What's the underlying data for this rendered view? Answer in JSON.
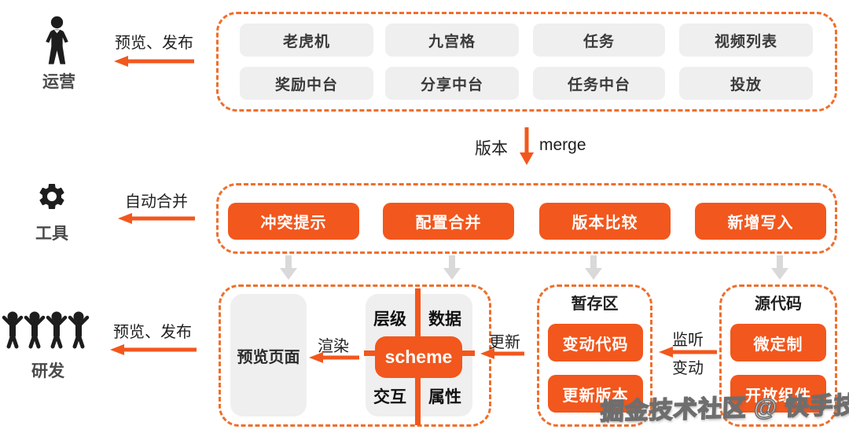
{
  "colors": {
    "accent_orange": "#f2571d",
    "dashed_border_orange": "#ee6f2d",
    "gray_button_bg": "#efefef",
    "gray_arrow": "#d9d9d9"
  },
  "icons": {
    "operations": "person-icon",
    "tools": "gear-icon",
    "rnd": "team-icon"
  },
  "actors": {
    "operations": {
      "label": "运营",
      "flow_label": "预览、发布"
    },
    "tools": {
      "label": "工具",
      "flow_label": "自动合并"
    },
    "rnd": {
      "label": "研发",
      "flow_label": "预览、发布"
    }
  },
  "business_modules": {
    "row1": [
      "老虎机",
      "九宫格",
      "任务",
      "视频列表"
    ],
    "row2": [
      "奖励中台",
      "分享中台",
      "任务中台",
      "投放"
    ]
  },
  "merge_flow": {
    "version_label": "版本",
    "merge_label": "merge"
  },
  "tool_features": [
    "冲突提示",
    "配置合并",
    "版本比较",
    "新增写入"
  ],
  "runtime": {
    "preview_page": "预览页面",
    "render_label": "渲染",
    "scheme_label": "scheme",
    "quadrants": {
      "top_left": "层级",
      "top_right": "数据",
      "bottom_left": "交互",
      "bottom_right": "属性"
    },
    "update_label": "更新"
  },
  "staging_area": {
    "title": "暂存区",
    "buttons": [
      "变动代码",
      "更新版本"
    ]
  },
  "listen_flow": {
    "line1": "监听",
    "line2": "变动"
  },
  "source_code": {
    "title": "源代码",
    "buttons": [
      "微定制",
      "开放组件"
    ]
  },
  "watermark": "掘金技术社区 @ 快手技术"
}
